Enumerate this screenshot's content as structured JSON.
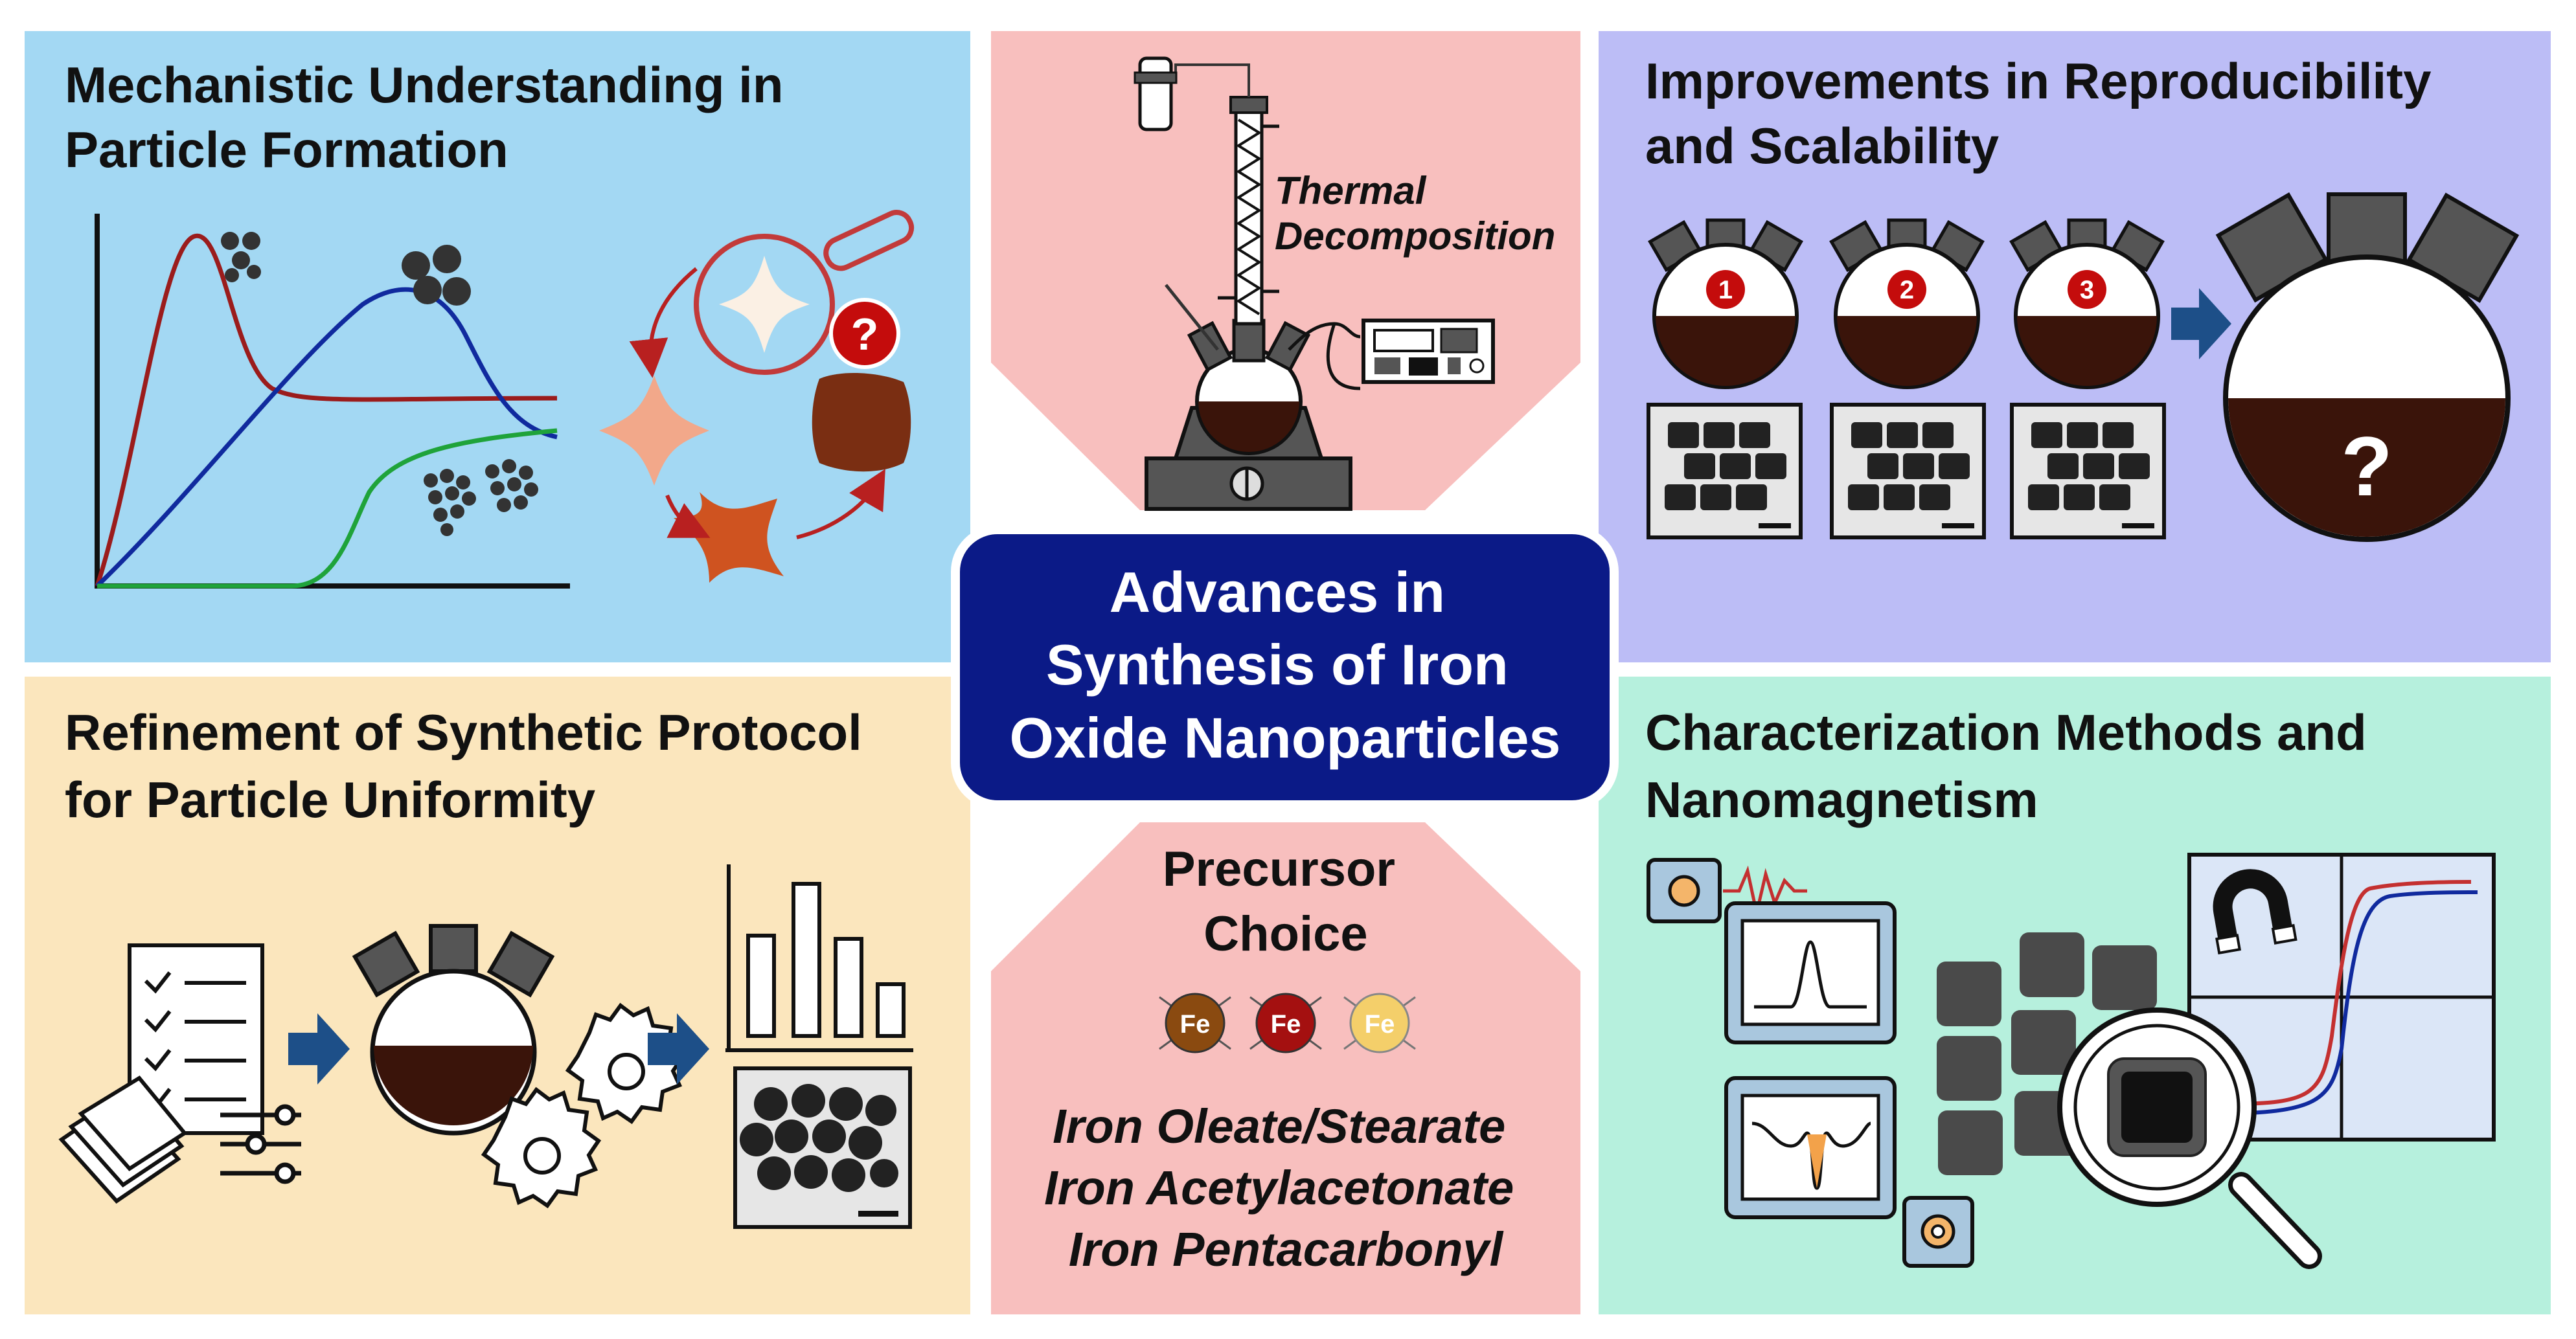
{
  "center": {
    "lines": [
      "Advances in",
      "Synthesis of Iron",
      "Oxide Nanoparticles"
    ]
  },
  "panels": {
    "mechanistic": {
      "title_lines": [
        "Mechanistic Understanding in",
        "Particle Formation"
      ],
      "question_mark": "?"
    },
    "reproducibility": {
      "title_lines": [
        "Improvements in Reproducibility",
        "and Scalability"
      ],
      "flask_numbers": [
        "1",
        "2",
        "3"
      ],
      "question_mark": "?"
    },
    "refinement": {
      "title_lines": [
        "Refinement of Synthetic Protocol",
        "for Particle Uniformity"
      ]
    },
    "characterization": {
      "title_lines": [
        "Characterization Methods and",
        "Nanomagnetism"
      ]
    },
    "thermal": {
      "label_lines": [
        "Thermal",
        "Decomposition"
      ]
    },
    "precursor": {
      "title_lines": [
        "Precursor",
        "Choice"
      ],
      "atom_label": "Fe",
      "precursors": [
        "Iron Oleate/Stearate",
        "Iron Acetylacetonate",
        "Iron Pentacarbonyl"
      ]
    }
  },
  "colors": {
    "blue_panel": "#a3d8f3",
    "purple_panel": "#bcbdf6",
    "yellow_panel": "#fbe6bd",
    "green_panel": "#b6f0dd",
    "pink_panel": "#f8bfbe",
    "center_box": "#0b1a87",
    "dark_liquid": "#3a140a",
    "red_curve": "#9b1c1c",
    "blue_curve": "#102a9e",
    "green_curve": "#1fa33a",
    "arrow_blue": "#1d4f88"
  }
}
